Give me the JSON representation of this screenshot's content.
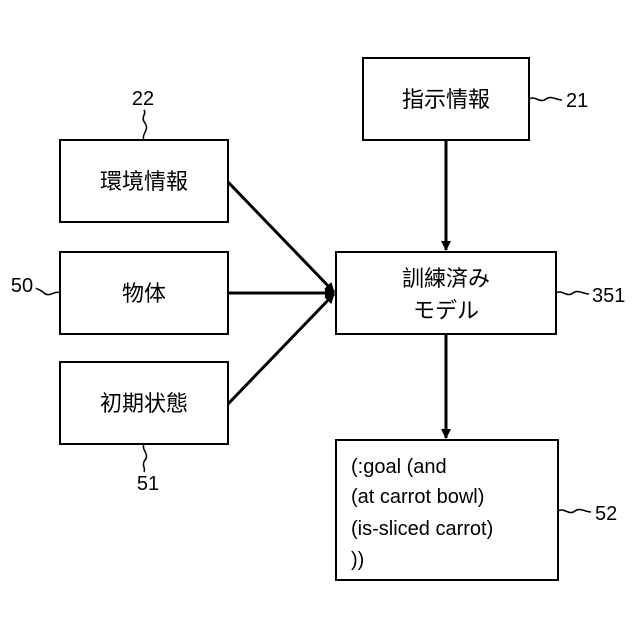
{
  "boxes": {
    "env_info": "環境情報",
    "object": "物体",
    "initial_state": "初期状態",
    "instruction_info": "指示情報",
    "trained_model_line1": "訓練済み",
    "trained_model_line2": "モデル",
    "output_lines": [
      "(:goal (and",
      "(at carrot bowl)",
      "(is-sliced carrot)",
      "))"
    ]
  },
  "refs": {
    "env_info": "22",
    "object": "50",
    "initial_state": "51",
    "instruction_info": "21",
    "trained_model": "351",
    "output": "52"
  }
}
